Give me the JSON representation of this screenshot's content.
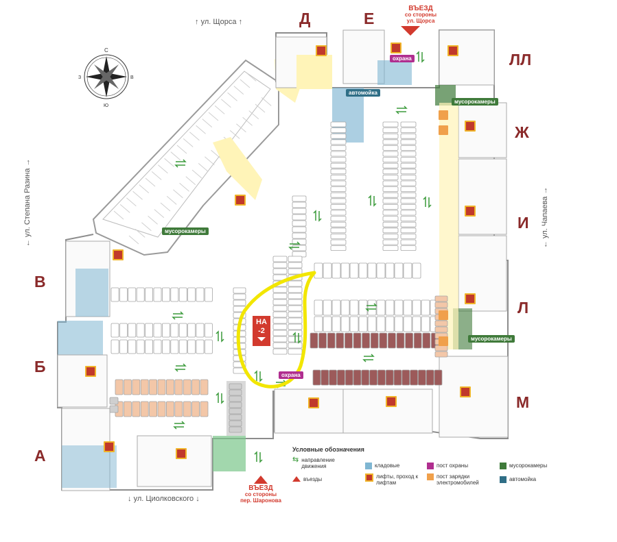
{
  "streets": {
    "top": "ул. Щорса",
    "left": "ул. Степана Разина",
    "right": "ул. Чапаева",
    "bottom": "ул. Циолковского"
  },
  "compass": {
    "n": "С",
    "s": "Ю",
    "e": "В",
    "w": "З"
  },
  "buildings": [
    "Д",
    "Е",
    "ЛЛ",
    "Ж",
    "И",
    "Л",
    "М",
    "В",
    "Б",
    "А"
  ],
  "entries": {
    "top": {
      "title": "ВЪЕЗД",
      "line1": "со стороны",
      "line2": "ул. Щорса"
    },
    "bottom": {
      "title": "ВЪЕЗД",
      "line1": "со стороны",
      "line2": "пер. Шаронова"
    }
  },
  "tags": {
    "guard_top": "охрана",
    "carwash": "автомойка",
    "trash_top": "мусорокамеры",
    "trash_left": "мусорокамеры",
    "trash_right": "мусорокамеры",
    "guard_center": "охрана"
  },
  "ramp": {
    "line1": "НА",
    "line2": "-2"
  },
  "legend": {
    "title": "Условные обозначения",
    "direction": "направление движения",
    "entrances": "въезды",
    "storage": "кладовые",
    "lifts": "лифты, проход к лифтам",
    "guard_post": "пост охраны",
    "charging": "пост зарядки электромобилей",
    "trash": "мусорокамеры",
    "carwash": "автомойка"
  },
  "colors": {
    "corridor": "#fff4b8",
    "storage": "#7fb6d2",
    "guard": "#b02e8f",
    "lift": "#c0392b",
    "trash": "#3f7a3a",
    "carwash": "#2f6e86",
    "arrow": "#3a9a3a",
    "building_letter": "#8a2a2a",
    "highlight": "#f2e600",
    "spot_brown": "#9c5a5a",
    "spot_orange": "#f3c7a8"
  }
}
